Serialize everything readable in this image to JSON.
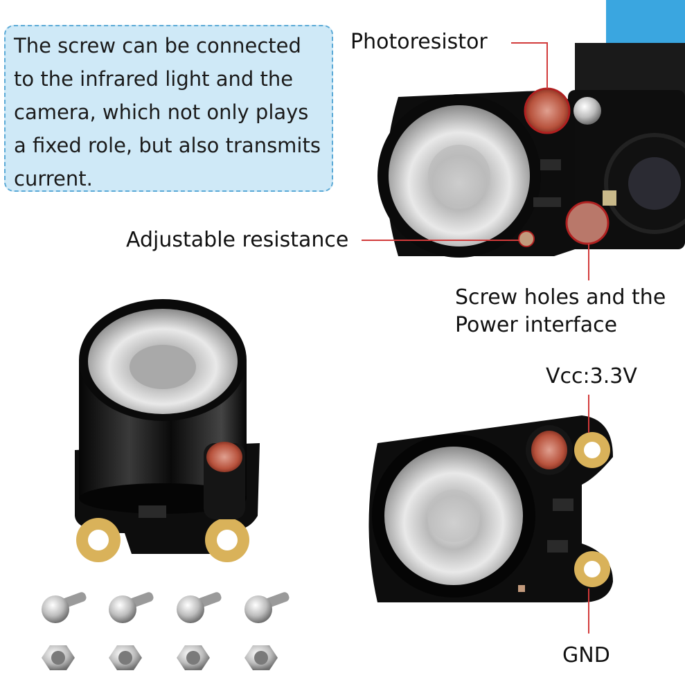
{
  "callout": {
    "text": "The screw can be connected\nto the infrared light and the\ncamera, which not only plays\na fixed role, but also transmits\ncurrent."
  },
  "labels": {
    "photoresistor": "Photoresistor",
    "adjustable_resistance": "Adjustable resistance",
    "screw_holes": "Screw holes and the\nPower interface",
    "vcc": "Vcc:3.3V",
    "gnd": "GND"
  },
  "colors": {
    "callout_bg": "#cfe9f7",
    "callout_border": "#5aa9d6",
    "leader_line": "#d23a3a",
    "pcb": "#0d0d0d"
  }
}
